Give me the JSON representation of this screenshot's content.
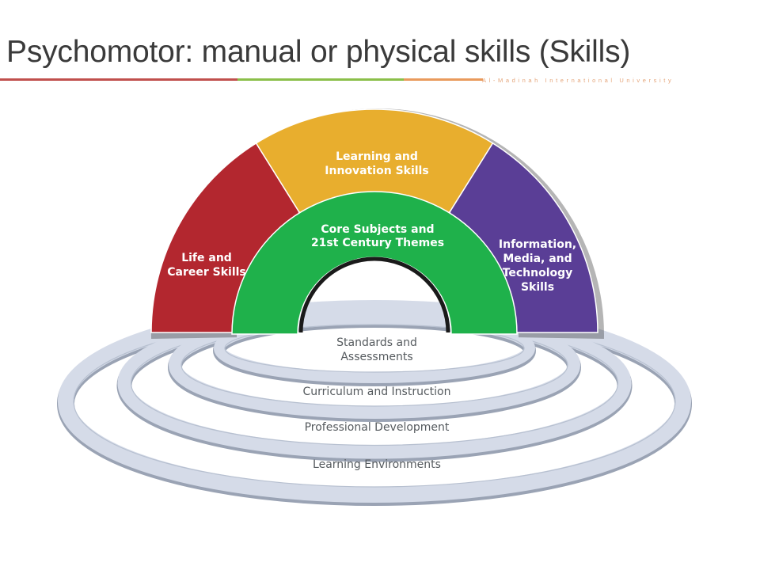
{
  "header": {
    "title": "Psychomotor: manual or physical skills (Skills)",
    "university": "Al-Madinah International University"
  },
  "colors": {
    "rule_red": "#c0504d",
    "rule_green": "#8bbf4a",
    "rule_orange": "#e99a5c",
    "ring_fill": "#d5dbe8",
    "ring_edge": "#b7c0d0"
  },
  "diagram": {
    "outer_arc": [
      {
        "id": "life",
        "lines": [
          "Life and",
          "Career Skills"
        ],
        "color": "#b3272f"
      },
      {
        "id": "learning",
        "lines": [
          "Learning and",
          "Innovation Skills"
        ],
        "color": "#e8ae2e"
      },
      {
        "id": "info",
        "lines": [
          "Information,",
          "Media, and",
          "Technology",
          "Skills"
        ],
        "color": "#5a3e96"
      }
    ],
    "inner_arc": {
      "lines": [
        "Core Subjects and",
        "21st Century Themes"
      ],
      "color": "#1fb14b"
    },
    "support_rings": [
      {
        "lines": [
          "Standards and",
          "Assessments"
        ]
      },
      {
        "lines": [
          "Curriculum and Instruction"
        ]
      },
      {
        "lines": [
          "Professional Development"
        ]
      },
      {
        "lines": [
          "Learning Environments"
        ]
      }
    ]
  }
}
